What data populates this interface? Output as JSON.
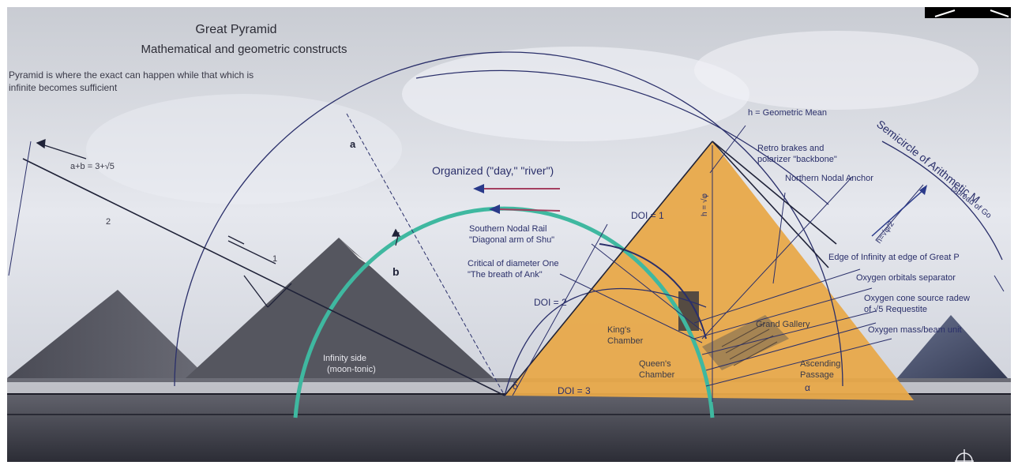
{
  "title": "Great Pyramid",
  "subtitle": "Mathematical and geometric constructs",
  "quote": [
    "Pyramid is where the exact can happen while that which is",
    "infinite becomes sufficient"
  ],
  "labels": {
    "a_plus_b": "a+b = 3+√5",
    "two": "2",
    "one": "1",
    "a": "a",
    "b": "b",
    "geometric_mean": "h = Geometric Mean",
    "retro_brakes": [
      "Retro brakes and",
      "polarizer \"backbone\""
    ],
    "northern_nodal": "Northern Nodal Anchor",
    "organized": "Organized (\"day,\" \"river\")",
    "semicircle": "Semicircle of Arithmetic M",
    "semicircle_sub": "(spread of Go",
    "southern_nodal": [
      "Southern Nodal Rail",
      "\"Diagonal arm of Shu\""
    ],
    "critical": [
      "Critical of diameter One",
      "\"The breath of Ank\""
    ],
    "doi1": "DOI = 1",
    "doi2": "DOI = 2",
    "doi3": "DOI = 3",
    "edge_infinity": "Edge of Infinity at edge of Great P",
    "oxygen_orbitals": "Oxygen orbitals separator",
    "oxygen_cone": [
      "Oxygen cone source radew",
      "of √5 Requestite"
    ],
    "oxygen_mass": "Oxygen mass/beam unit",
    "kings_chamber": [
      "King's",
      "Chamber"
    ],
    "queens_chamber": [
      "Queen's",
      "Chamber"
    ],
    "grand_gallery": "Grand Gallery",
    "ascending": [
      "Ascending",
      "Passage"
    ],
    "infinity_side": [
      "Infinity side",
      "(moon-tonic)"
    ],
    "h_label": "h = √φ",
    "sqrt_label": "h=√φ/2",
    "delta": "δ",
    "alpha": "α"
  },
  "colors": {
    "ink": "#2a2f6a",
    "arc_green": "#3fb8a0",
    "pyramid_fill": "#e8a94a",
    "arrow_red": "#a44060",
    "sky_light": "#dfe3ea",
    "ground": "#3c3d47"
  },
  "icons": [
    "logo-emblem-icon",
    "compass-icon"
  ]
}
